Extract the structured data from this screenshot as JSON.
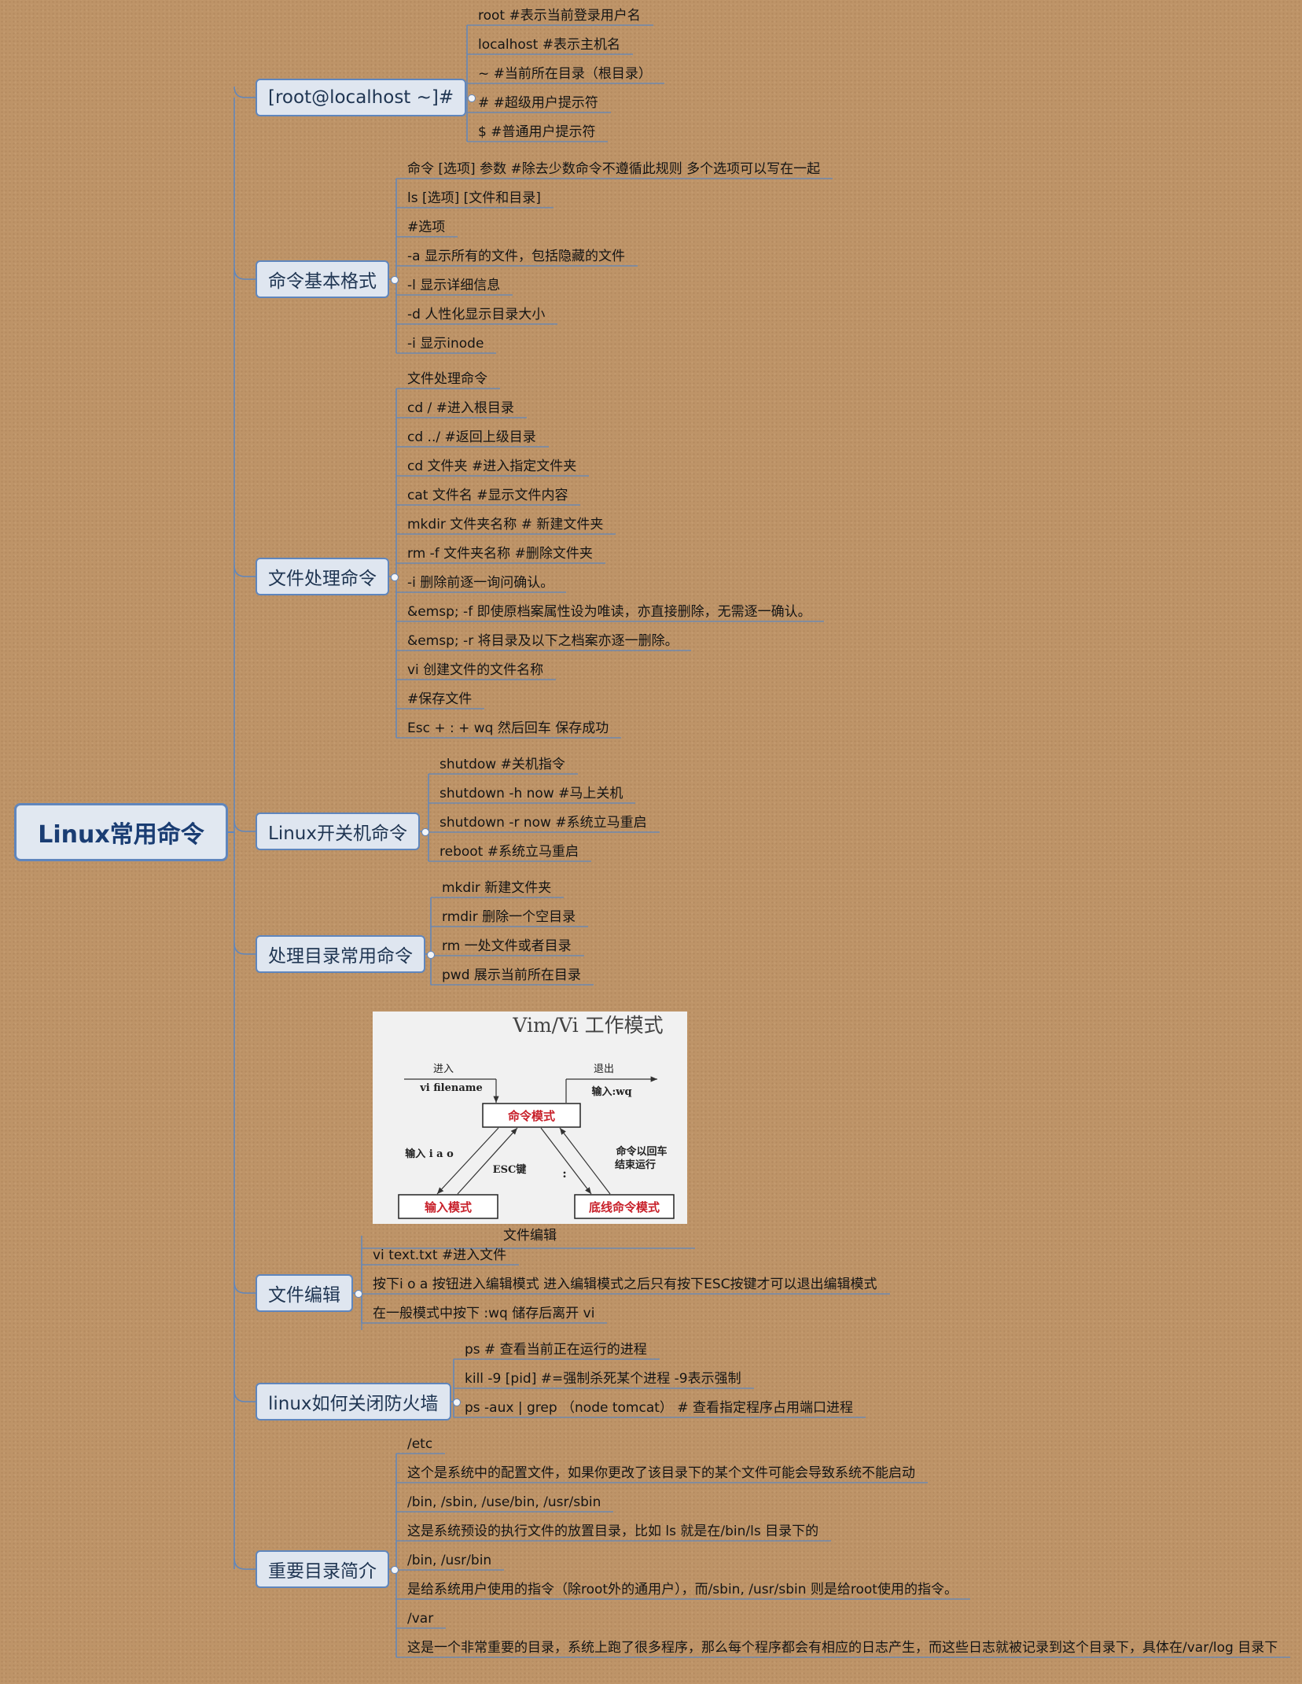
{
  "central": "Linux常用命令",
  "branches": [
    {
      "label": "[root@localhost ~]#",
      "items": [
        "root #表示当前登录用户名",
        "localhost #表示主机名",
        "~ #当前所在目录（根目录）",
        "# #超级用户提示符",
        "$ #普通用户提示符"
      ]
    },
    {
      "label": "命令基本格式",
      "items": [
        "命令 [选项] 参数 #除去少数命令不遵循此规则 多个选项可以写在一起",
        "ls [选项] [文件和目录]",
        "#选项",
        "-a 显示所有的文件，包括隐藏的文件",
        "-l 显示详细信息",
        "-d 人性化显示目录大小",
        "-i 显示inode"
      ]
    },
    {
      "label": "文件处理命令",
      "items": [
        "文件处理命令",
        "cd / #进入根目录",
        "cd ../ #返回上级目录",
        "cd 文件夹 #进入指定文件夹",
        "cat 文件名 #显示文件内容",
        "mkdir 文件夹名称 # 新建文件夹",
        "rm -f 文件夹名称 #删除文件夹",
        "-i 删除前逐一询问确认。",
        "&emsp; -f 即使原档案属性设为唯读，亦直接删除，无需逐一确认。",
        "&emsp; -r 将目录及以下之档案亦逐一删除。",
        "vi 创建文件的文件名称",
        "#保存文件",
        "Esc + : + wq 然后回车 保存成功"
      ]
    },
    {
      "label": "Linux开关机命令",
      "items": [
        "shutdow #关机指令",
        "shutdown -h now #马上关机",
        "shutdown -r now #系统立马重启",
        "reboot #系统立马重启"
      ]
    },
    {
      "label": "处理目录常用命令",
      "items": [
        "mkdir 新建文件夹",
        "rmdir 删除一个空目录",
        "rm 一处文件或者目录",
        "pwd 展示当前所在目录"
      ]
    },
    {
      "label": "文件编辑",
      "items": [
        "文件编辑",
        "vi text.txt #进入文件",
        "按下i o a 按钮进入编辑模式 进入编辑模式之后只有按下ESC按键才可以退出编辑模式",
        "在一般模式中按下 :wq 储存后离开 vi"
      ]
    },
    {
      "label": "linux如何关闭防火墙",
      "items": [
        "ps # 查看当前正在运行的进程",
        "kill -9 [pid] #=强制杀死某个进程 -9表示强制",
        "ps -aux | grep （node tomcat） # 查看指定程序占用端口进程"
      ]
    },
    {
      "label": "重要目录简介",
      "items": [
        "/etc",
        "这个是系统中的配置文件，如果你更改了该目录下的某个文件可能会导致系统不能启动",
        "/bin, /sbin, /use/bin, /usr/sbin",
        "这是系统预设的执行文件的放置目录，比如 ls 就是在/bin/ls 目录下的",
        "/bin, /usr/bin",
        "是给系统用户使用的指令（除root外的通用户），而/sbin, /usr/sbin 则是给root使用的指令。",
        "/var",
        "这是一个非常重要的目录，系统上跑了很多程序，那么每个程序都会有相应的日志产生，而这些日志就被记录到这个目录下，具体在/var/log 目录下"
      ]
    }
  ],
  "vim_diagram": {
    "title": "Vim/Vi 工作模式",
    "enter": "进入",
    "enter_cmd": "vi filename",
    "exit": "退出",
    "exit_cmd": "输入:wq",
    "command_mode": "命令模式",
    "input_mode": "输入模式",
    "lastline_mode": "底线命令模式",
    "input_keys": "输入 i a o",
    "esc_key": "ESC键",
    "colon_key": ":",
    "run_note_1": "命令以回车",
    "run_note_2": "结束运行"
  }
}
